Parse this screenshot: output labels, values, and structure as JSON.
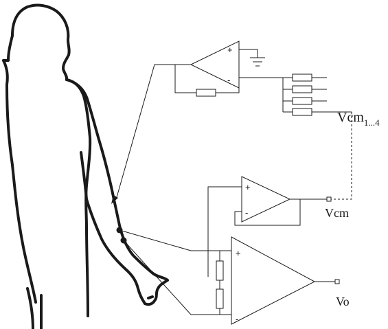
{
  "labels": {
    "vcm_1_4_main": "Vcm",
    "vcm_1_4_sub": "1...4",
    "vcm": "Vcm",
    "vo": "Vo"
  },
  "signs": {
    "plus": "+",
    "minus": "-"
  },
  "colors": {
    "ink": "#1a1a1a",
    "background": "#ffffff"
  }
}
